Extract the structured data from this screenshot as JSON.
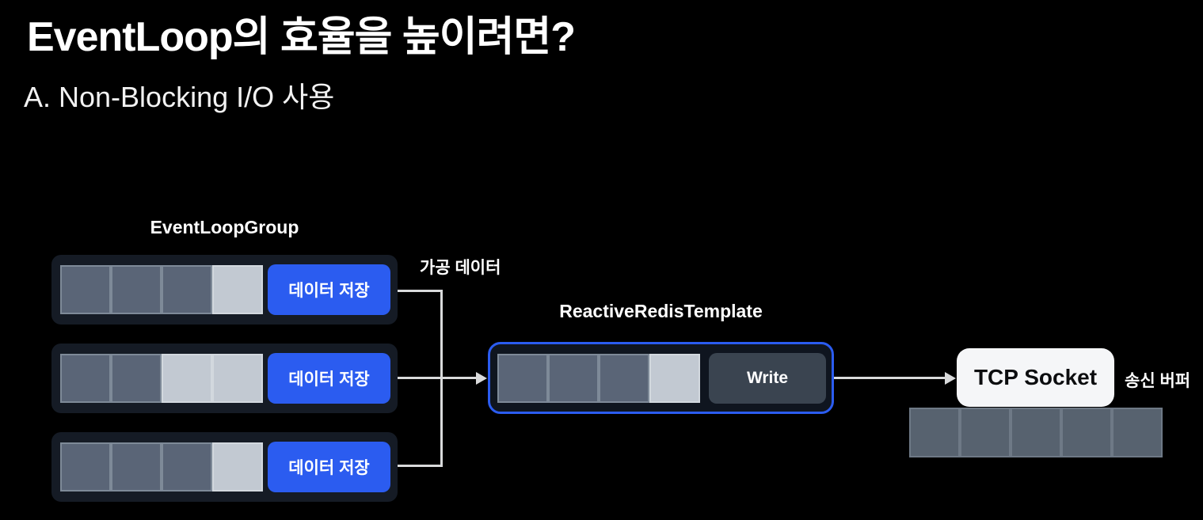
{
  "title": "EventLoop의 효율을 높이려면?",
  "subtitle": "A. Non-Blocking I/O 사용",
  "colors": {
    "background": "#000000",
    "accent_blue": "#2b5cf0",
    "panel_dark": "#151b25",
    "cell_dark": "#5a6577",
    "cell_light": "#c2c9d2",
    "write_button": "#3a4450",
    "tcp_box": "#f5f6f8",
    "connector_line": "#d9dadb"
  },
  "event_loop_group": {
    "label": "EventLoopGroup",
    "rows": [
      {
        "cells": [
          "dark",
          "dark",
          "dark",
          "light"
        ],
        "button_label": "데이터 저장"
      },
      {
        "cells": [
          "dark",
          "dark",
          "light",
          "light"
        ],
        "button_label": "데이터 저장"
      },
      {
        "cells": [
          "dark",
          "dark",
          "dark",
          "light"
        ],
        "button_label": "데이터 저장"
      }
    ]
  },
  "processed_data_label": "가공 데이터",
  "reactive_redis_template": {
    "label": "ReactiveRedisTemplate",
    "cells": [
      "dark",
      "dark",
      "dark",
      "light"
    ],
    "button_label": "Write"
  },
  "tcp_socket": {
    "label": "TCP Socket",
    "send_buffer_label": "송신 버퍼",
    "buffer_cells": [
      "dark",
      "dark",
      "dark",
      "dark",
      "dark"
    ]
  }
}
